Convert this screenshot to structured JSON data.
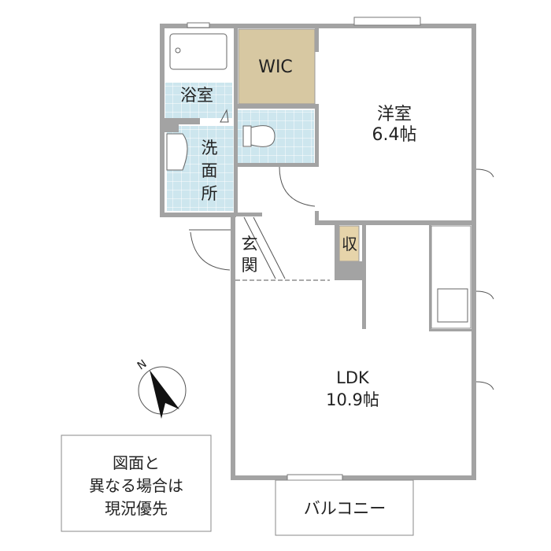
{
  "rooms": {
    "bath": "浴室",
    "wic": "WIC",
    "western_name": "洋室",
    "western_size": "6.4帖",
    "washroom_1": "洗",
    "washroom_2": "面",
    "washroom_3": "所",
    "entrance_1": "玄",
    "entrance_2": "関",
    "storage": "収",
    "ldk_name": "LDK",
    "ldk_size": "10.9帖",
    "balcony": "バルコニー"
  },
  "compass": {
    "label": "N"
  },
  "notice": {
    "line1": "図面と",
    "line2": "異なる場合は",
    "line3": "現況優先"
  },
  "colors": {
    "tile": "#cde6ee",
    "wic": "#d7c8a2",
    "storage": "#e6d4aa",
    "wall": "#a3a3a3"
  }
}
